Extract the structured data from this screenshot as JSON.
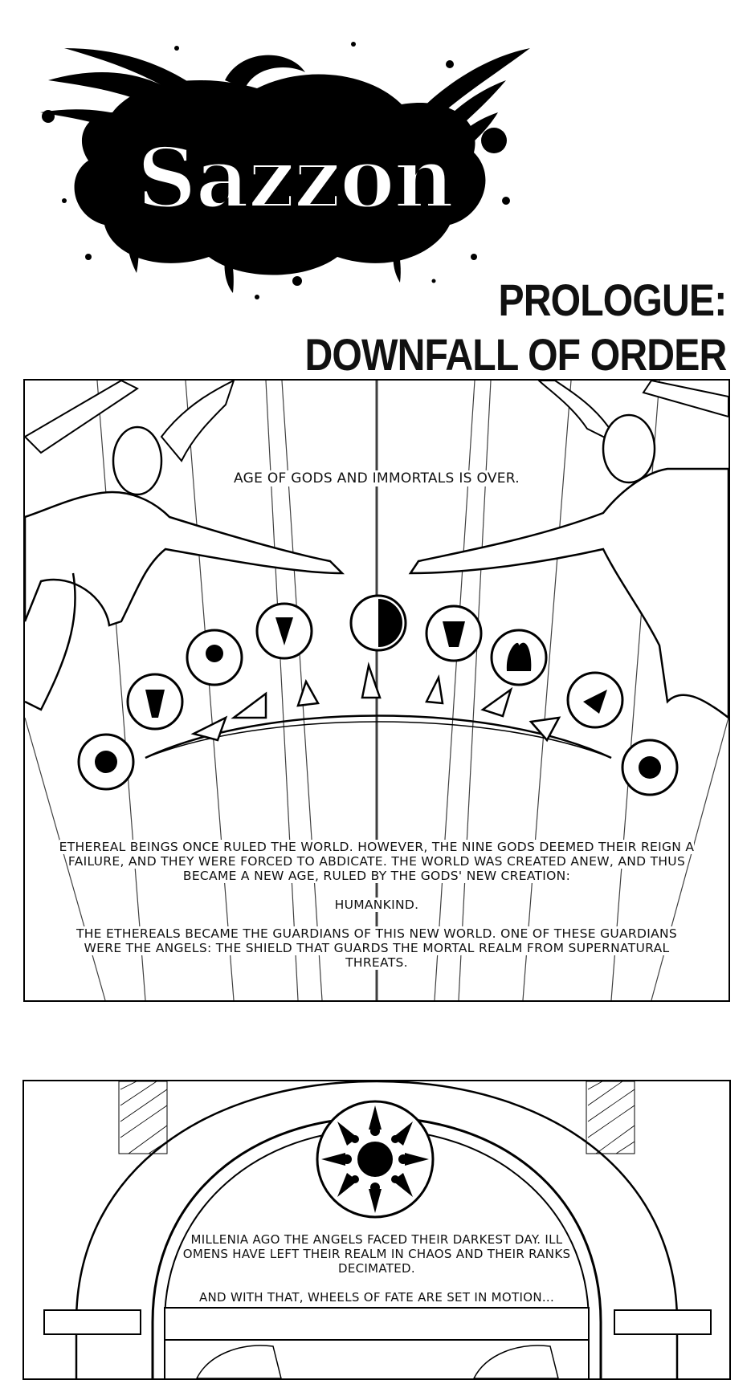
{
  "logo": {
    "title": "Sazzon"
  },
  "chapter": {
    "line1": "PROLOGUE:",
    "line2": "DOWNFALL OF ORDER"
  },
  "panel1": {
    "caption_top": "AGE OF GODS AND IMMORTALS IS OVER.",
    "paragraph1": "ETHEREAL BEINGS ONCE RULED THE WORLD. HOWEVER, THE NINE GODS DEEMED THEIR REIGN A FAILURE, AND THEY WERE FORCED TO ABDICATE. THE WORLD WAS CREATED ANEW, AND THUS BECAME A NEW AGE, RULED BY THE GODS' NEW CREATION:",
    "paragraph2": "HUMANKIND.",
    "paragraph3": "THE ETHEREALS BECAME THE GUARDIANS OF THIS NEW WORLD. ONE OF THESE GUARDIANS WERE THE ANGELS: THE SHIELD THAT GUARDS THE MORTAL REALM FROM SUPERNATURAL THREATS."
  },
  "panel2": {
    "paragraph1": "MILLENIA AGO THE ANGELS FACED THEIR DARKEST DAY. ILL OMENS HAVE LEFT THEIR REALM IN CHAOS AND THEIR RANKS DECIMATED.",
    "paragraph2": "AND WITH THAT, WHEELS OF FATE ARE SET IN MOTION..."
  }
}
